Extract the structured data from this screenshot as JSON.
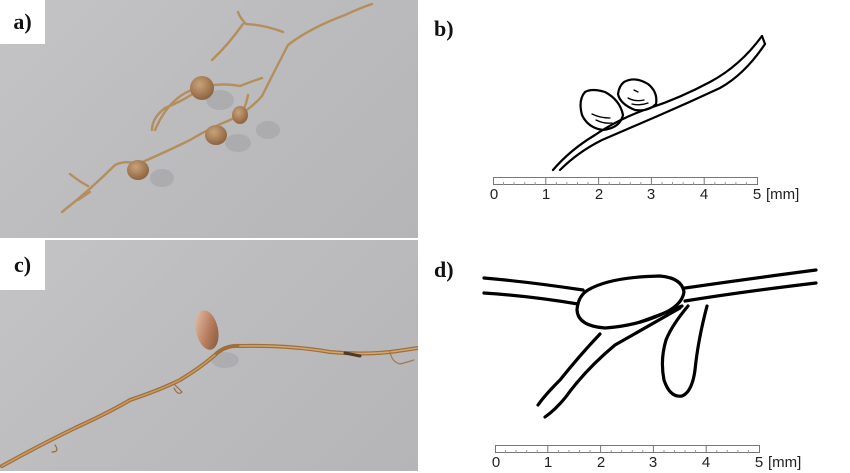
{
  "figure": {
    "panels": [
      {
        "id": "a",
        "label": "a)",
        "type": "photograph",
        "content": "root with several spherical nodules"
      },
      {
        "id": "b",
        "label": "b)",
        "type": "line-drawing",
        "content": "root segment with two rounded nodules"
      },
      {
        "id": "c",
        "label": "c)",
        "type": "photograph",
        "content": "root with single elongated nodule"
      },
      {
        "id": "d",
        "label": "d)",
        "type": "line-drawing",
        "content": "branching root with elongated nodules"
      }
    ],
    "scale_bar": {
      "ticks": [
        "0",
        "1",
        "2",
        "3",
        "4",
        "5"
      ],
      "unit": "[mm]",
      "minor_divisions": 5
    },
    "colors": {
      "photo_background": "#bdbdbf",
      "root": "#b58a52",
      "nodule": "#a8774a",
      "ink": "#000000"
    }
  }
}
